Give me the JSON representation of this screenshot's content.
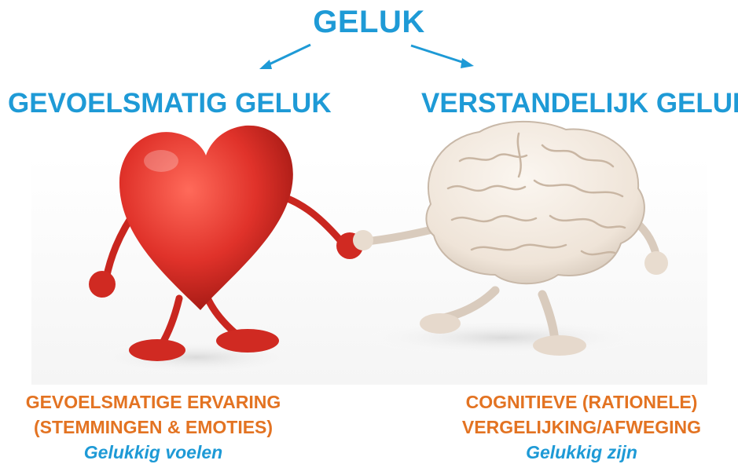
{
  "title": "GELUK",
  "left": {
    "heading": "GEVOELSMATIG GELUK",
    "line1": "GEVOELSMATIGE ERVARING",
    "line2": "(STEMMINGEN & EMOTIES)",
    "subtitle": "Gelukkig voelen"
  },
  "right": {
    "heading": "VERSTANDELIJK GELUK",
    "line1": "COGNITIEVE (RATIONELE)",
    "line2": "VERGELIJKING/AFWEGING",
    "subtitle": "Gelukkig zijn"
  },
  "colors": {
    "blue": "#1e9ad6",
    "orange": "#e37322",
    "heart_red": "#e0322a",
    "brain_beige": "#efe6dc"
  },
  "icons": [
    "heart-character-icon",
    "brain-character-icon",
    "arrow-left-icon",
    "arrow-right-icon"
  ]
}
